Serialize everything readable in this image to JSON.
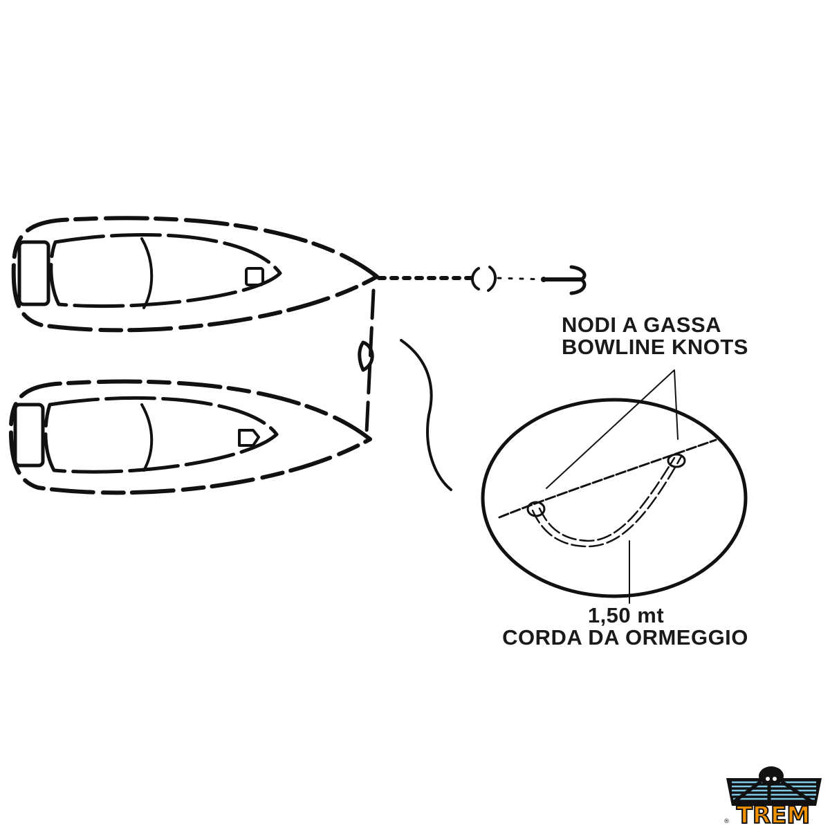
{
  "labels": {
    "knots_it": "NODI A GASSA",
    "knots_en": "BOWLINE KNOTS",
    "length": "1,50 mt",
    "rope_it": "CORDA DA ORMEGGIO"
  },
  "logo": {
    "text": "TREM",
    "registered": "®",
    "colors": {
      "orange": "#f39200",
      "blue": "#7ec8e8",
      "black": "#111111"
    }
  },
  "colors": {
    "line": "#111111",
    "background": "#ffffff"
  }
}
